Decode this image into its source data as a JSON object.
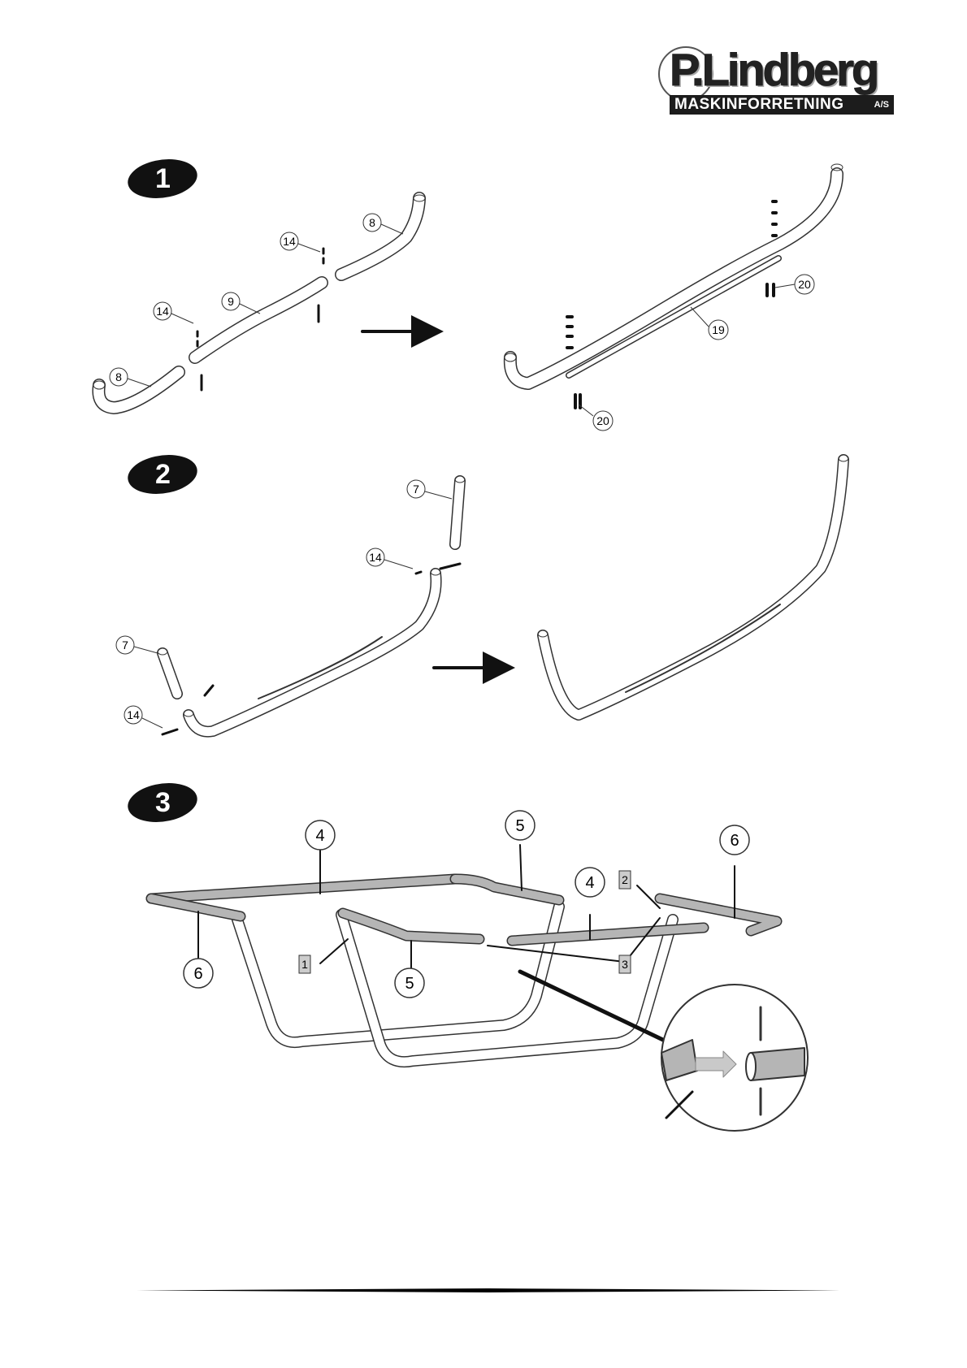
{
  "logo": {
    "name": "P.Lindberg",
    "subtitle": "MASKINFORRETNING",
    "suffix": "A/S"
  },
  "steps": [
    {
      "number": "1"
    },
    {
      "number": "2"
    },
    {
      "number": "3"
    }
  ],
  "callouts": {
    "step1": {
      "c8a": "8",
      "c14a": "14",
      "c9": "9",
      "c14b": "14",
      "c8b": "8",
      "c20a": "20",
      "c19": "19",
      "c20b": "20"
    },
    "step2": {
      "c7a": "7",
      "c14a": "14",
      "c7b": "7",
      "c14b": "14"
    },
    "step3": {
      "c4a": "4",
      "c5a": "5",
      "c6a": "6",
      "c5b": "5",
      "c4b": "4",
      "c6b": "6",
      "t1": "1",
      "t2": "2",
      "t3": "3"
    }
  },
  "colors": {
    "tube_outline": "#333333",
    "tube_shaded": "#b5b5b5",
    "badge": "#111111"
  }
}
